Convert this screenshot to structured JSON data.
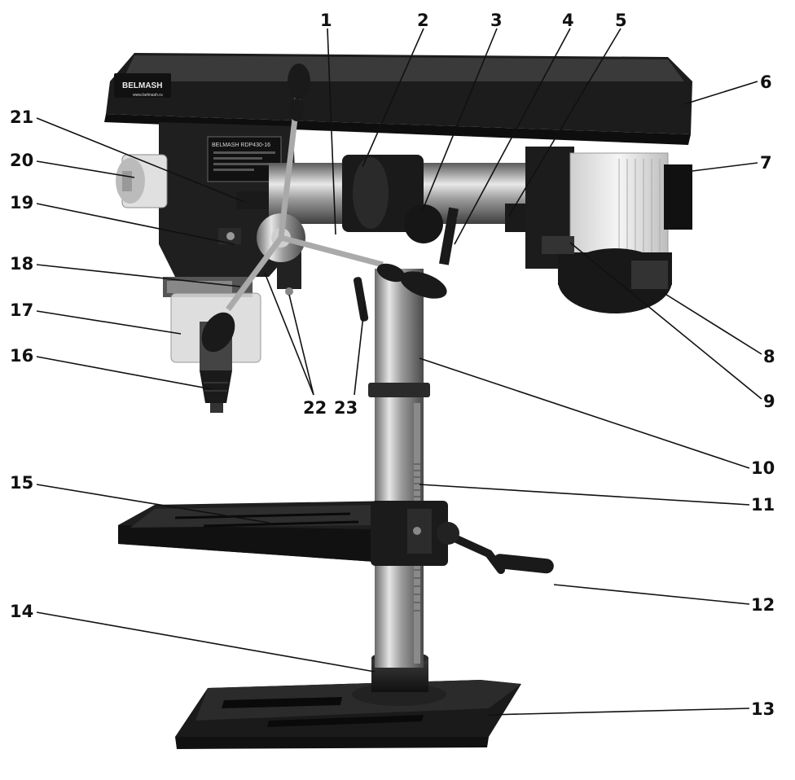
{
  "brand": {
    "name": "BELMASH",
    "tagline": "www.belmash.ru"
  },
  "nameplate": {
    "title": "BELMASH RDP430-16"
  },
  "callouts": [
    "1",
    "2",
    "3",
    "4",
    "5",
    "6",
    "7",
    "8",
    "9",
    "10",
    "11",
    "12",
    "13",
    "14",
    "15",
    "16",
    "17",
    "18",
    "19",
    "20",
    "21",
    "22",
    "23"
  ],
  "colors": {
    "body": "#1c1c1c",
    "metal": "#b9b9b9",
    "line": "#111111"
  }
}
